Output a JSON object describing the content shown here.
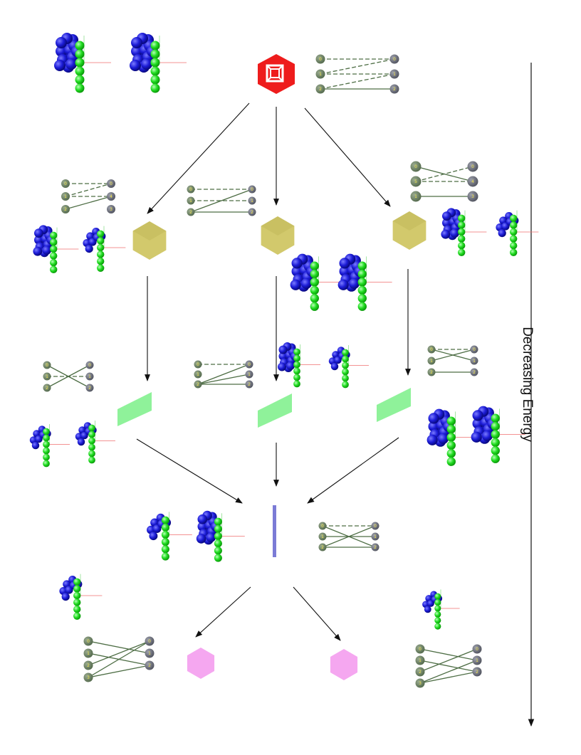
{
  "energy_axis": {
    "label": "Decreasing Energy"
  },
  "colors": {
    "cube": "#ee1c1c",
    "hexagon_level2": "#d2c96c",
    "parallelogram_level3": "#8ff29a",
    "line_level4": "#7b7bd6",
    "hexagon_level5": "#f5a7f0",
    "node_green": "#667d5e",
    "node_gray": "#6b6e7a",
    "edge": "#4d6d44",
    "molecule_chain": "#22dd22",
    "molecule_cluster": "#1d1dd8"
  },
  "levels": [
    {
      "level": 1,
      "polytopes": [
        {
          "shape": "cube",
          "mappings": [
            {
              "left": [
                "0",
                "1",
                "2"
              ],
              "right": [
                "0",
                "1",
                "2"
              ]
            }
          ]
        }
      ]
    },
    {
      "level": 2,
      "polytopes": [
        {
          "shape": "hexagon",
          "mappings": [
            {
              "left": [
                "0",
                "1",
                "2"
              ],
              "right": [
                "0",
                "4",
                "3"
              ]
            }
          ]
        },
        {
          "shape": "hexagon",
          "mappings": [
            {
              "left": [
                "0",
                "1",
                "2"
              ],
              "right": [
                "0",
                "1",
                "2"
              ]
            }
          ]
        },
        {
          "shape": "hexagon",
          "mappings": [
            {
              "left": [
                "0",
                "5",
                "1"
              ],
              "right": [
                "0",
                "4",
                "3"
              ]
            }
          ]
        }
      ]
    },
    {
      "level": 3,
      "polytopes": [
        {
          "shape": "parallelogram",
          "mappings": [
            {
              "left": [
                "0",
                "1",
                "2"
              ],
              "right": [
                "0",
                "1",
                "2"
              ]
            }
          ]
        },
        {
          "shape": "parallelogram",
          "mappings": [
            {
              "left": [
                "0",
                "1",
                "2"
              ],
              "right": [
                "0",
                "1",
                "2"
              ]
            }
          ]
        },
        {
          "shape": "parallelogram",
          "mappings": [
            {
              "left": [
                "0",
                "1",
                "2"
              ],
              "right": [
                "0",
                "1",
                "2"
              ]
            }
          ]
        }
      ]
    },
    {
      "level": 4,
      "polytopes": [
        {
          "shape": "line",
          "mappings": [
            {
              "left": [
                "0",
                "1",
                "2"
              ],
              "right": [
                "0",
                "1",
                "2"
              ]
            }
          ]
        }
      ]
    },
    {
      "level": 5,
      "polytopes": [
        {
          "shape": "hexagon",
          "mappings": [
            {
              "left": [
                "0",
                "1",
                "2",
                "3"
              ],
              "right": [
                "0",
                "1",
                "2"
              ]
            }
          ]
        },
        {
          "shape": "hexagon",
          "mappings": [
            {
              "left": [
                "0",
                "1",
                "2",
                "3"
              ],
              "right": [
                "0",
                "1",
                "2"
              ]
            }
          ]
        }
      ]
    }
  ]
}
